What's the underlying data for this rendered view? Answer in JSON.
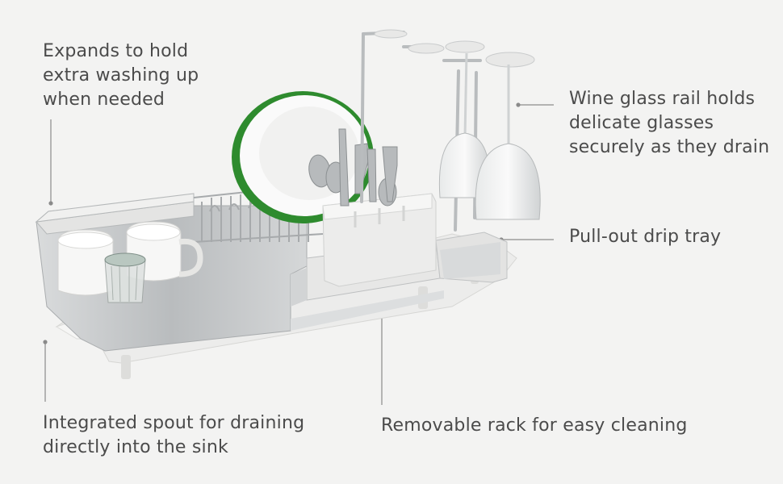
{
  "callouts": {
    "expand": {
      "lines": [
        "Expands to hold",
        "extra washing up",
        "when needed"
      ]
    },
    "wine": {
      "lines": [
        "Wine glass rail holds",
        "delicate glasses",
        "securely as they drain"
      ]
    },
    "drip": {
      "lines": [
        "Pull-out drip tray"
      ]
    },
    "spout": {
      "lines": [
        "Integrated spout for draining",
        "directly into the sink"
      ]
    },
    "rack": {
      "lines": [
        "Removable rack for easy cleaning"
      ]
    }
  },
  "colors": {
    "background": "#f3f3f2",
    "text": "#4b4b4b",
    "steel": "#c9ccce",
    "plastic": "#e6e6e4",
    "plate_rim": "#2e8b2e"
  }
}
